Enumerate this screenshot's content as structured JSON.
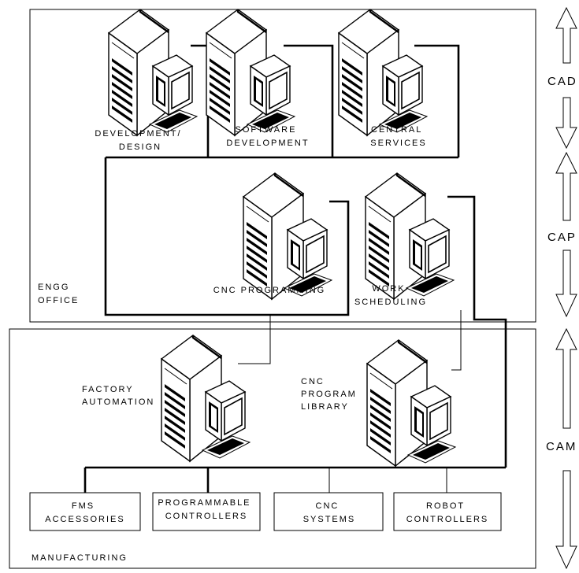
{
  "zones": {
    "engg_office": [
      "ENGG",
      "OFFICE"
    ],
    "manufacturing": "MANUFACTURING"
  },
  "computers": {
    "development_design": [
      "DEVELOPMENT/",
      "DESIGN"
    ],
    "software_development": [
      "SOFTWARE",
      "DEVELOPMENT"
    ],
    "central_services": [
      "CENTRAL",
      "SERVICES"
    ],
    "cnc_programming": [
      "CNC PROGRAMMING"
    ],
    "work_scheduling": [
      "WORK",
      "SCHEDULING"
    ],
    "factory_automation": [
      "FACTORY",
      "AUTOMATION"
    ],
    "cnc_program_library": [
      "CNC",
      "PROGRAM",
      "LIBRARY"
    ]
  },
  "devices": {
    "fms_accessories": [
      "FMS",
      "ACCESSORIES"
    ],
    "programmable_controllers": [
      "PROGRAMMABLE",
      "CONTROLLERS"
    ],
    "cnc_systems": [
      "CNC",
      "SYSTEMS"
    ],
    "robot_controllers": [
      "ROBOT",
      "CONTROLLERS"
    ]
  },
  "levels": {
    "cad": "CAD",
    "cap": "CAP",
    "cam": "CAM"
  }
}
